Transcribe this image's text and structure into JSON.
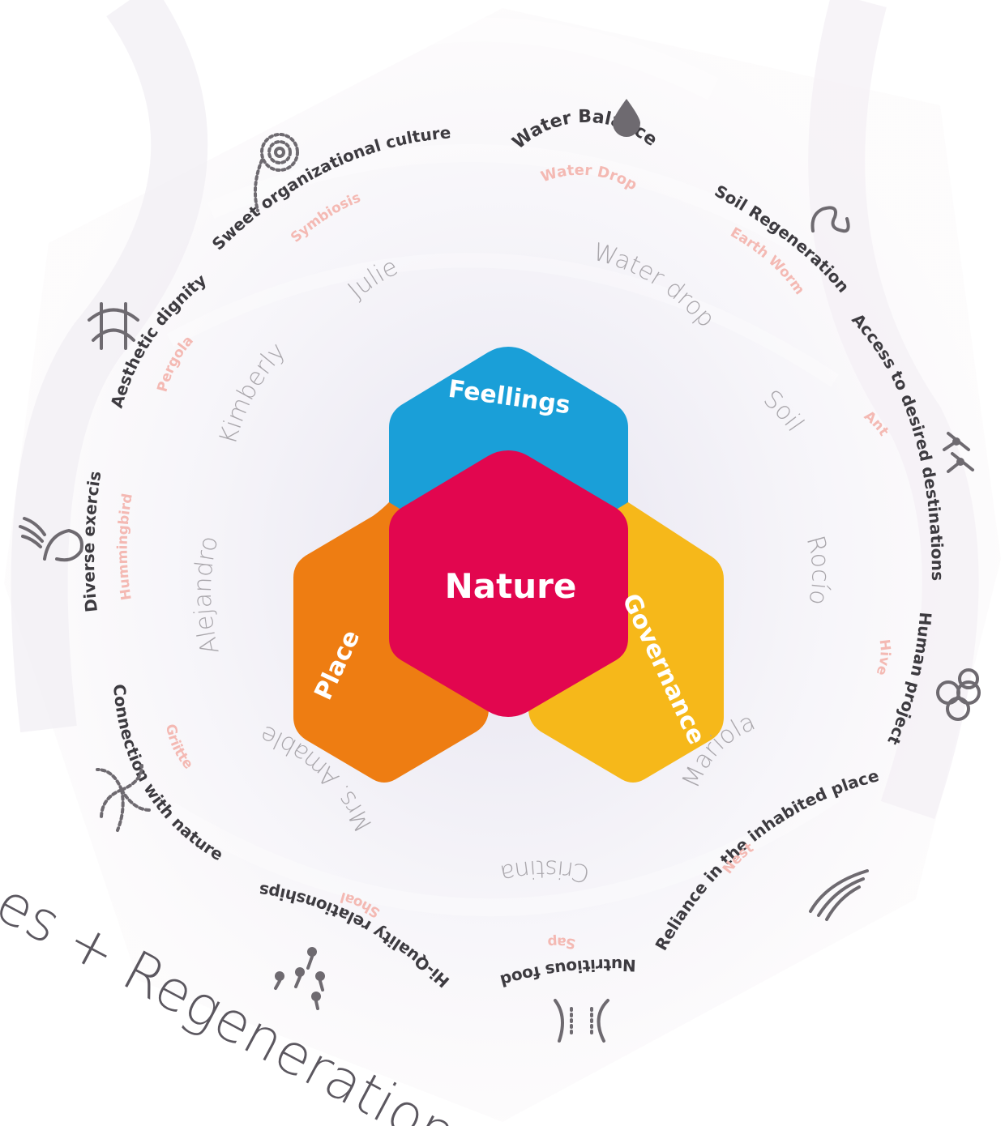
{
  "colors": {
    "feelings": "#1a9fd8",
    "nature": "#e2064f",
    "place": "#ee7d12",
    "governance": "#f6b81a",
    "category_text": "#3d3b40",
    "subtitle_text": "#f4b9b3",
    "person_text": "#a9a6ab",
    "icon": "#6e6a70"
  },
  "center": {
    "core": "Nature",
    "top": "Feellings",
    "left": "Place",
    "right": "Governance"
  },
  "people": {
    "julie": "Julie",
    "water_drop": "Water drop",
    "kimberly": "Kimberly",
    "soil": "Soil",
    "alejandro": "Alejandro",
    "rocio": "Rocío",
    "mariola": "Mariola",
    "cristina": "Cristina",
    "mrs_amable": "Mrs. Amable"
  },
  "ring": {
    "water_balance": {
      "label": "Water Balance",
      "sub": "Water Drop",
      "icon": "water-drop-icon"
    },
    "soil_regeneration": {
      "label": "Soil Regeneration",
      "sub": "Earth Worm",
      "icon": "earthworm-icon"
    },
    "access": {
      "label": "Access to desired destinations",
      "sub": "Ant",
      "icon": "ant-icon"
    },
    "human_project": {
      "label": "Human project",
      "sub": "Hive",
      "icon": "hive-icon"
    },
    "reliance": {
      "label": "Reliance in the inhabited place",
      "sub": "Nest",
      "icon": "nest-icon"
    },
    "nutritious_food": {
      "label": "Nutritious food",
      "sub": "Sap",
      "icon": "sap-icon"
    },
    "hi_quality": {
      "label": "Hi-Quality relationships",
      "sub": "Shoal",
      "icon": "shoal-icon"
    },
    "connection": {
      "label": "Connection with nature",
      "sub": "Griitte",
      "icon": "pinwheel-icon"
    },
    "diverse_exercise": {
      "label": "Diverse exercise",
      "sub": "Hummingbird",
      "icon": "hummingbird-icon"
    },
    "aesthetic": {
      "label": "Aesthetic dignity",
      "sub": "Pergola",
      "icon": "pergola-icon"
    },
    "sweet_culture": {
      "label": "Sweet organizational culture",
      "sub": "Symbiosis",
      "icon": "spiral-icon"
    }
  },
  "footer_text": "es + Regeneration"
}
